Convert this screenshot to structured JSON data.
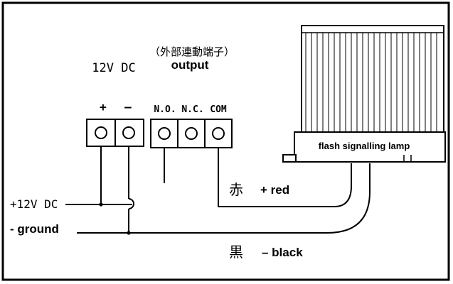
{
  "power_block": {
    "supply_label": "12V DC",
    "plus_sign": "+",
    "minus_sign": "–"
  },
  "output_block": {
    "japanese_label": "（外部連動端子）",
    "output_label": "output",
    "terminals": [
      "N.O.",
      "N.C.",
      "COM"
    ]
  },
  "lamp": {
    "label": "flash signalling lamp"
  },
  "wires": {
    "plus_12v": "+12V DC",
    "ground": "- ground",
    "red_kanji": "赤",
    "red_label": "+ red",
    "black_kanji": "黒",
    "black_label": "– black"
  }
}
